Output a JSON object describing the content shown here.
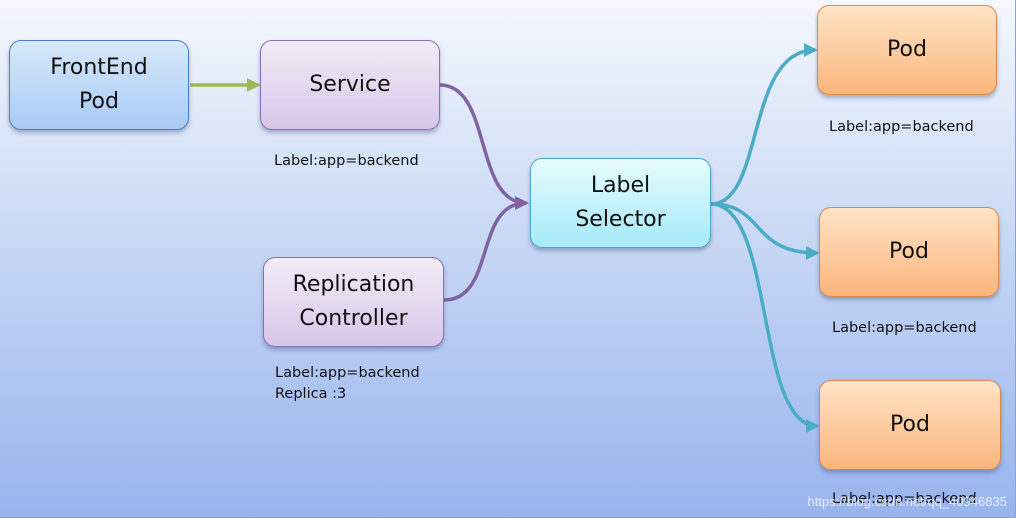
{
  "nodes": {
    "frontend": {
      "line1": "FrontEnd",
      "line2": "Pod"
    },
    "service": {
      "line1": "Service"
    },
    "rc": {
      "line1": "Replication",
      "line2": "Controller"
    },
    "selector": {
      "line1": "Label",
      "line2": "Selector"
    },
    "pod1": {
      "line1": "Pod"
    },
    "pod2": {
      "line1": "Pod"
    },
    "pod3": {
      "line1": "Pod"
    }
  },
  "labels": {
    "service": "Label:app=backend",
    "rc_label": "Label:app=backend",
    "rc_replica": "Replica :3",
    "pod1": "Label:app=backend",
    "pod2": "Label:app=backend",
    "pod3": "Label:app=backend"
  },
  "watermark": "https://blog.csdn.net/qq_40946835",
  "colors": {
    "green_arrow": "#9bbb59",
    "purple_arrow": "#8064a2",
    "teal_arrow": "#4bacc6"
  }
}
